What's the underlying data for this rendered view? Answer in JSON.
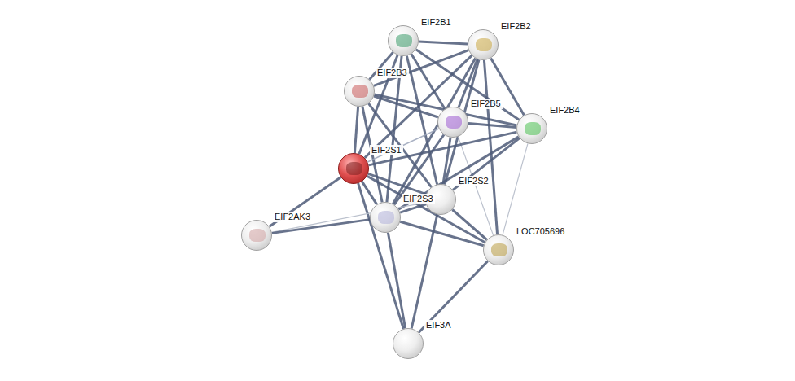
{
  "diagram": {
    "nodes": [
      {
        "text": [
          "EIF2B1"
        ]
      },
      {
        "text": [
          "EIF2B2"
        ]
      },
      {
        "text": [
          "EIF2B3"
        ]
      },
      {
        "text": [
          "EIF2B5"
        ]
      },
      {
        "text": [
          "EIF2B4"
        ]
      },
      {
        "text": [
          "EIF2S1"
        ]
      },
      {
        "text": [
          "EIF2S2"
        ]
      },
      {
        "text": [
          "EIF2S3"
        ]
      },
      {
        "text": [
          "EIF2AK3"
        ]
      },
      {
        "text": [
          "LOC705696"
        ]
      },
      {
        "text": [
          "EIF3A"
        ]
      }
    ],
    "edges": [
      {
        "from": 0,
        "to": 1,
        "arrow": "none"
      },
      {
        "from": 0,
        "to": 2,
        "arrow": "none"
      },
      {
        "from": 0,
        "to": 3,
        "arrow": "none"
      },
      {
        "from": 0,
        "to": 4,
        "arrow": "none"
      },
      {
        "from": 0,
        "to": 5,
        "arrow": "none"
      },
      {
        "from": 0,
        "to": 6,
        "arrow": "none"
      },
      {
        "from": 0,
        "to": 7,
        "arrow": "none"
      },
      {
        "from": 1,
        "to": 2,
        "arrow": "none"
      },
      {
        "from": 1,
        "to": 3,
        "arrow": "none"
      },
      {
        "from": 1,
        "to": 4,
        "arrow": "none"
      },
      {
        "from": 1,
        "to": 5,
        "arrow": "none"
      },
      {
        "from": 1,
        "to": 6,
        "arrow": "none"
      },
      {
        "from": 1,
        "to": 7,
        "arrow": "none"
      },
      {
        "from": 1,
        "to": 9,
        "arrow": "none"
      },
      {
        "from": 2,
        "to": 3,
        "arrow": "none"
      },
      {
        "from": 2,
        "to": 4,
        "arrow": "none"
      },
      {
        "from": 2,
        "to": 5,
        "arrow": "none"
      },
      {
        "from": 2,
        "to": 6,
        "arrow": "none"
      },
      {
        "from": 2,
        "to": 7,
        "arrow": "none"
      },
      {
        "from": 3,
        "to": 4,
        "arrow": "none"
      },
      {
        "from": 3,
        "to": 5,
        "arrow": "none"
      },
      {
        "from": 3,
        "to": 6,
        "arrow": "none"
      },
      {
        "from": 3,
        "to": 7,
        "arrow": "none"
      },
      {
        "from": 3,
        "to": 9,
        "arrow": "none"
      },
      {
        "from": 4,
        "to": 5,
        "arrow": "none"
      },
      {
        "from": 4,
        "to": 6,
        "arrow": "none"
      },
      {
        "from": 4,
        "to": 7,
        "arrow": "none"
      },
      {
        "from": 4,
        "to": 9,
        "arrow": "none"
      },
      {
        "from": 5,
        "to": 6,
        "arrow": "none"
      },
      {
        "from": 5,
        "to": 7,
        "arrow": "none"
      },
      {
        "from": 5,
        "to": 8,
        "arrow": "none"
      },
      {
        "from": 5,
        "to": 9,
        "arrow": "none"
      },
      {
        "from": 5,
        "to": 10,
        "arrow": "none"
      },
      {
        "from": 6,
        "to": 7,
        "arrow": "none"
      },
      {
        "from": 6,
        "to": 9,
        "arrow": "none"
      },
      {
        "from": 6,
        "to": 10,
        "arrow": "none"
      },
      {
        "from": 6,
        "to": 8,
        "arrow": "none"
      },
      {
        "from": 7,
        "to": 8,
        "arrow": "none"
      },
      {
        "from": 7,
        "to": 9,
        "arrow": "none"
      },
      {
        "from": 7,
        "to": 10,
        "arrow": "none"
      },
      {
        "from": 9,
        "to": 10,
        "arrow": "none"
      }
    ]
  }
}
